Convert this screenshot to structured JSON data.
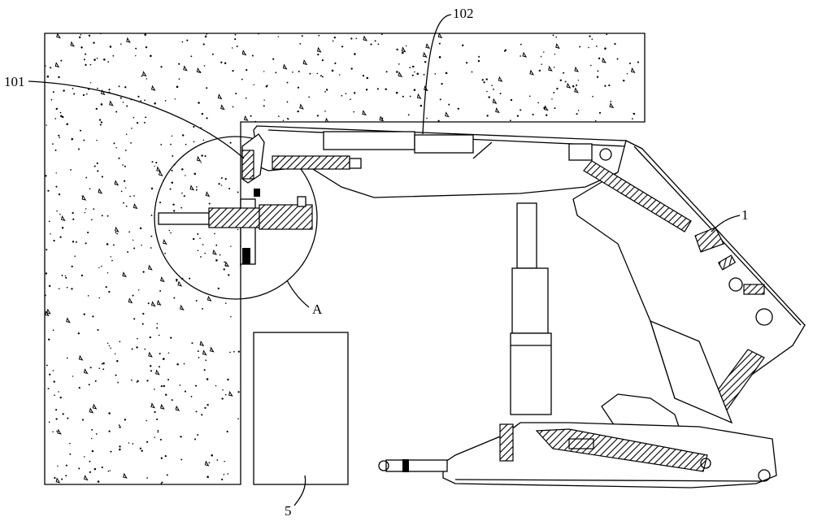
{
  "figure": {
    "labels": {
      "label_101": "101",
      "label_102": "102",
      "label_1": "1",
      "label_A": "A",
      "label_5": "5"
    }
  }
}
